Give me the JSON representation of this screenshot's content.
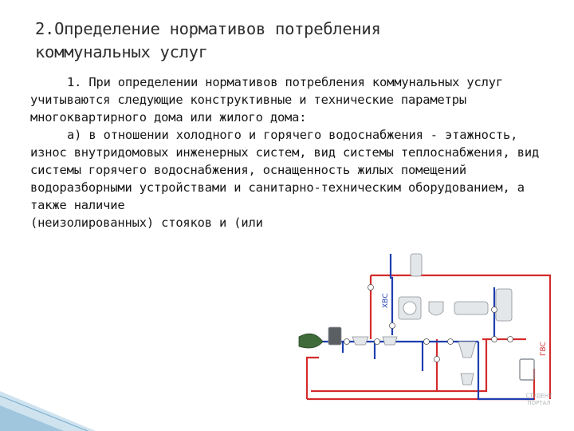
{
  "title": "2.Определение нормативов потребления коммунальных услуг",
  "paragraphs": {
    "p1": "1. При определении нормативов потребления коммунальных услуг учитываются следующие конструктивные и технические параметры многоквартирного дома или жилого дома:",
    "p2": "а) в отношении холодного и горячего водоснабжения - этажность, износ внутридомовых инженерных систем, вид системы теплоснабжения, вид системы горячего водоснабжения, оснащенность жилых помещений водоразборными устройствами и санитарно-техническим оборудованием, а также наличие",
    "p3": "(неизолированных) стояков и (или"
  },
  "diagram": {
    "label_cold": "ХВС",
    "label_hot": "ГВС",
    "colors": {
      "cold": "#1e3fb0",
      "hot": "#d42b2b",
      "fixture": "#c9ced2"
    }
  },
  "logo": {
    "line1": "СТУДЕНТ",
    "line2": "ПОРТАЛ"
  }
}
